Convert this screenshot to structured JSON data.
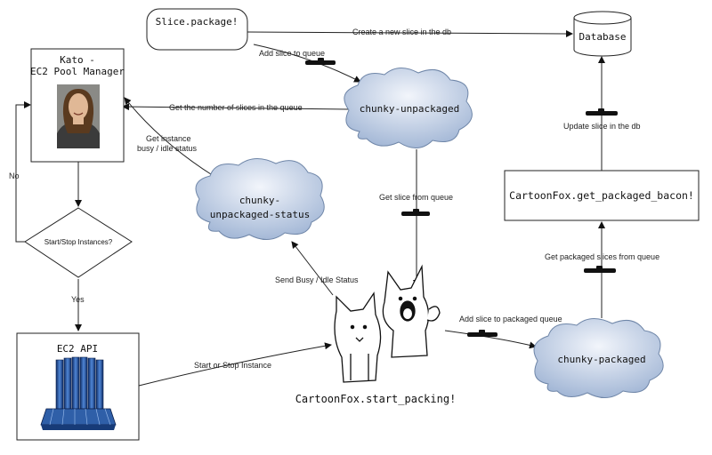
{
  "nodes": {
    "slice_package": "Slice.package!",
    "database": "Database",
    "kato_line1": "Kato -",
    "kato_line2": "EC2 Pool Manager",
    "chunky_unpackaged": "chunky-unpackaged",
    "status_line1": "chunky-",
    "status_line2": "unpackaged-status",
    "get_packaged_bacon": "CartoonFox.get_packaged_bacon!",
    "decision": "Start/Stop Instances?",
    "ec2_api": "EC2 API",
    "start_packing": "CartoonFox.start_packing!",
    "chunky_packaged": "chunky-packaged"
  },
  "edges": {
    "create_slice": "Create a new slice in the db",
    "add_to_queue": "Add slice to queue",
    "get_number": "Get the number of slices in the queue",
    "update_slice": "Update slice in the db",
    "get_instance_1": "Get instance",
    "get_instance_2": "busy / idle status",
    "get_from_queue": "Get slice from queue",
    "no": "No",
    "get_packaged": "Get packaged slices from queue",
    "send_status": "Send Busy / Idle Status",
    "yes": "Yes",
    "add_packaged": "Add slice to packaged queue",
    "start_stop": "Start or Stop Instance"
  },
  "colors": {
    "cloud_light": "#e8eef7",
    "cloud_dark": "#9fb4d4",
    "server_blue": "#2f5fa8",
    "ink": "#111111"
  },
  "icons": {
    "kato_photo": "portrait-photo",
    "ec2_api_icon": "server-cluster-icon",
    "mascots": "cartoon-fox-mascots"
  }
}
